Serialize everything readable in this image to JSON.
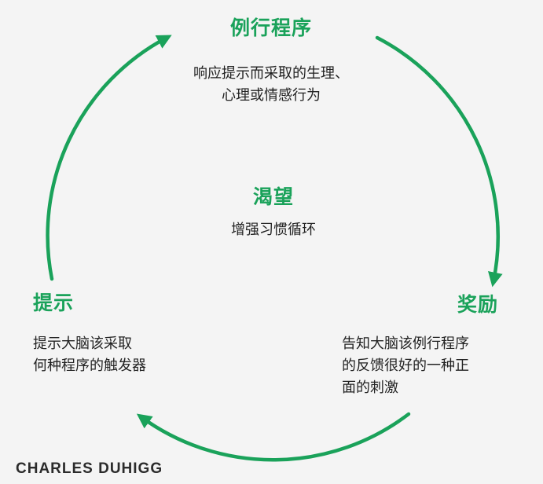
{
  "colors": {
    "accent": "#1aa25a",
    "text": "#222222",
    "background": "#f4f4f4"
  },
  "nodes": {
    "routine": {
      "title": "例行程序",
      "desc_lines": [
        "响应提示而采取的生理、",
        "心理或情感行为"
      ]
    },
    "craving": {
      "title": "渴望",
      "desc_lines": [
        "增强习惯循环"
      ]
    },
    "cue": {
      "title": "提示",
      "desc_lines": [
        "提示大脑该采取",
        "何种程序的触发器"
      ]
    },
    "reward": {
      "title": "奖励",
      "desc_lines": [
        "告知大脑该例行程序",
        "的反馈很好的一种正",
        "面的刺激"
      ]
    }
  },
  "credit": "CHARLES DUHIGG"
}
